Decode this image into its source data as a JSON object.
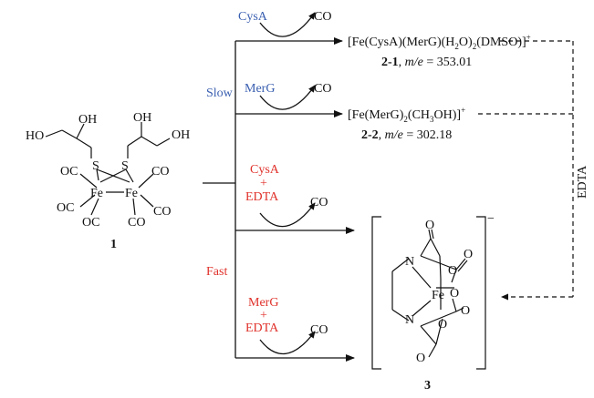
{
  "reactant": {
    "number": "1",
    "groups": {
      "oh_left_top": "OH",
      "ho_left": "HO",
      "oh_right_top": "OH",
      "oh_right": "OH",
      "s_left": "S",
      "s_right": "S",
      "fe_left": "Fe",
      "fe_right": "Fe",
      "co_labels": [
        "OC",
        "CO",
        "OC",
        "CO",
        "OC",
        "CO"
      ]
    }
  },
  "rate_labels": {
    "slow": "Slow",
    "fast": "Fast"
  },
  "reactions": [
    {
      "reagent_lines": [
        "CysA"
      ],
      "byproduct": "CO",
      "color": "#3a5fb0"
    },
    {
      "reagent_lines": [
        "MerG"
      ],
      "byproduct": "CO",
      "color": "#3a5fb0"
    },
    {
      "reagent_lines": [
        "CysA",
        "+",
        "EDTA"
      ],
      "byproduct": "CO",
      "color": "#e0322b"
    },
    {
      "reagent_lines": [
        "MerG",
        "+",
        "EDTA"
      ],
      "byproduct": "CO",
      "color": "#e0322b"
    }
  ],
  "products": {
    "p21": {
      "formula": {
        "a": "[Fe(CysA)(MerG)(H",
        "s1": "2",
        "b": "O)",
        "s2": "2",
        "c": "(DMSO)]",
        "sup": "+"
      },
      "id": "2-1",
      "mass_label": "m/e",
      "mass_value": " = 353.01"
    },
    "p22": {
      "formula": {
        "a": "[Fe(MerG)",
        "s1": "2",
        "b": "(CH",
        "s2": "3",
        "c": "OH)]",
        "sup": "+"
      },
      "id": "2-2",
      "mass_label": "m/e",
      "mass_value": " = 302.18"
    },
    "p3": {
      "number": "3",
      "charge": "−",
      "atoms": {
        "n_top": "N",
        "n_bot": "N",
        "fe": "Fe",
        "o": "O"
      }
    }
  },
  "edta_label": "EDTA"
}
